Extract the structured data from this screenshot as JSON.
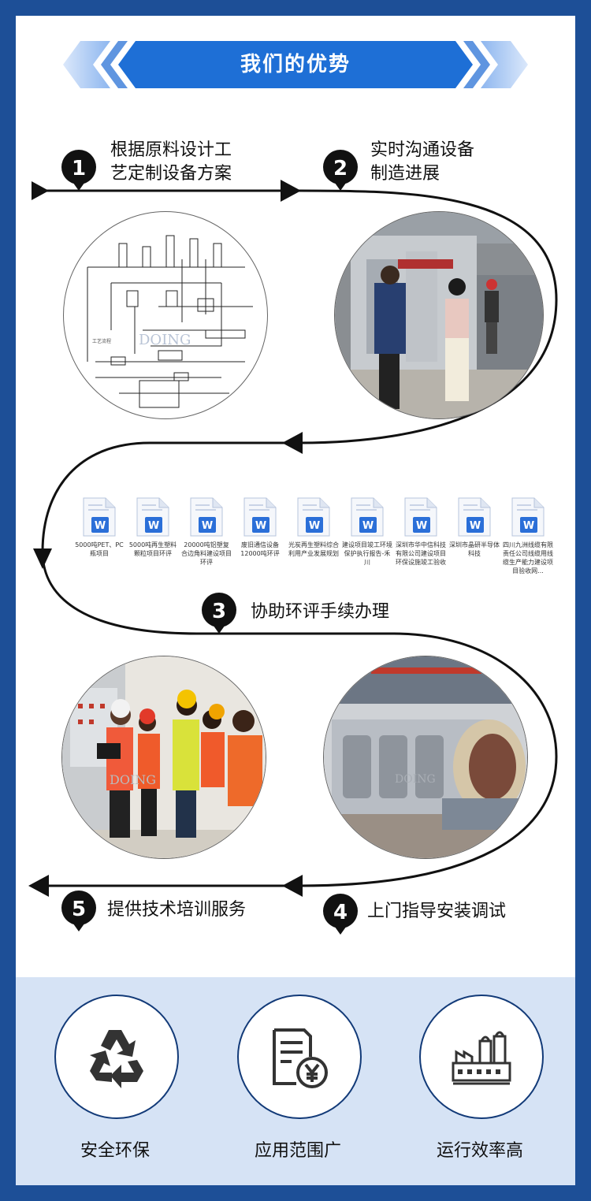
{
  "banner": {
    "title": "我们的优势"
  },
  "steps": [
    {
      "num": "1",
      "line1": "根据原料设计工",
      "line2": "艺定制设备方案"
    },
    {
      "num": "2",
      "line1": "实时沟通设备",
      "line2": "制造进展"
    },
    {
      "num": "3",
      "line1": "协助环评手续办理"
    },
    {
      "num": "4",
      "line1": "上门指导安装调试"
    },
    {
      "num": "5",
      "line1": "提供技术培训服务"
    }
  ],
  "docs": [
    {
      "icon": "word-document-icon",
      "label": "5000吨PET、PC瓶项目"
    },
    {
      "icon": "word-document-icon",
      "label": "5000吨再生塑料颗粒项目环评"
    },
    {
      "icon": "word-document-icon",
      "label": "20000吨铝塑复合边角料建设项目环评"
    },
    {
      "icon": "word-document-icon",
      "label": "废旧通信设备12000吨环评"
    },
    {
      "icon": "word-document-icon",
      "label": "光炭再生塑料综合利用产业发展规划"
    },
    {
      "icon": "word-document-icon",
      "label": "建设项目竣工环境保护执行报告-禾川"
    },
    {
      "icon": "word-document-icon",
      "label": "深圳市华中信科技有限公司建设项目环保设施竣工验收"
    },
    {
      "icon": "word-document-icon",
      "label": "深圳市晶研半导体科技"
    },
    {
      "icon": "word-document-icon",
      "label": "四川九洲线缆有限责任公司线缆用线缆生产能力建设项目验收网..."
    }
  ],
  "watermark": "DOING",
  "features": [
    {
      "icon": "recycle-icon",
      "label": "安全环保"
    },
    {
      "icon": "document-yuan-icon",
      "label": "应用范围广"
    },
    {
      "icon": "factory-icon",
      "label": "运行效率高"
    }
  ],
  "colors": {
    "frame": "#1d4f97",
    "banner": "#1e6fd6",
    "bottom": "#d6e3f5"
  }
}
